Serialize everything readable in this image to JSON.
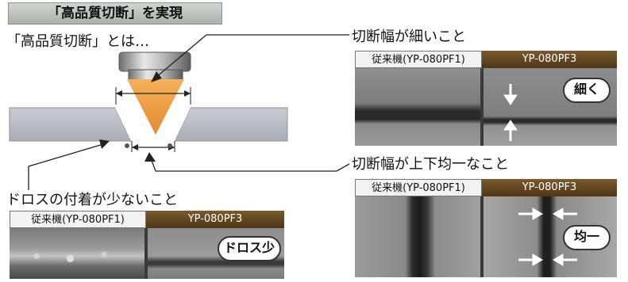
{
  "banner": {
    "title": "「高品質切断」を実現"
  },
  "intro": {
    "label": "「高品質切断」とは…"
  },
  "callouts": {
    "narrow": "切断幅が細いこと",
    "uniform": "切断幅が上下均一なこと",
    "dross": "ドロスの付着が少ないこと"
  },
  "models": {
    "old": "従来機(YP-080PF1)",
    "new": "YP-080PF3"
  },
  "badges": {
    "narrow": "細く",
    "uniform": "均一",
    "dross": "ドロス少"
  },
  "colors": {
    "flame": "#f0a14a",
    "new_header": "#5e421f",
    "metal": "#b9bdc4"
  }
}
